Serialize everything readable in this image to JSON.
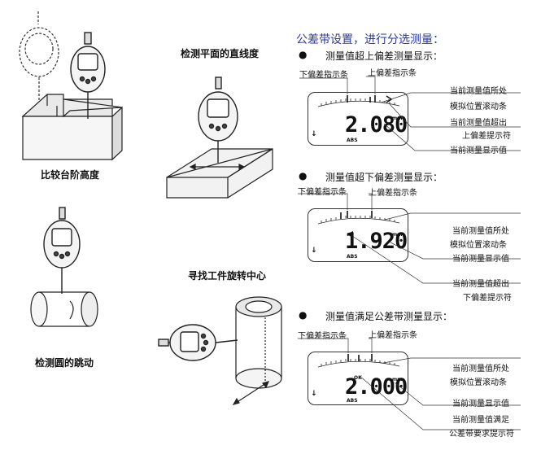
{
  "left": {
    "caption_step": "比较台阶高度",
    "caption_flat": "检测平面的直线度",
    "caption_center": "寻找工件旋转中心",
    "caption_runout": "检测圆的跳动"
  },
  "right": {
    "heading": "公差带设置，进行分选测量：",
    "sections": [
      {
        "bullet": "●",
        "title": "测量值超上偏差测量显示：",
        "lower_label": "下偏差指示条",
        "upper_label": "上偏差指示条",
        "display_value": "2.080",
        "unit": "mm",
        "abs": "ABS",
        "notes": [
          "当前测量值所处",
          "模拟位置滚动条",
          "当前测量值超出",
          "上偏差提示符",
          "当前测量显示值"
        ]
      },
      {
        "bullet": "●",
        "title": "测量值超下偏差测量显示：",
        "lower_label": "下偏差指示条",
        "upper_label": "上偏差指示条",
        "display_value": "1.920",
        "unit": "mm",
        "abs": "ABS",
        "notes": [
          "当前测量值所处",
          "模拟位置滚动条",
          "当前测量显示值",
          "当前测量值超出",
          "下偏差提示符"
        ]
      },
      {
        "bullet": "●",
        "title": "测量值满足公差带测量显示：",
        "lower_label": "下偏差指示条",
        "upper_label": "上偏差指示条",
        "display_value": "2.000",
        "unit": "mm",
        "abs": "ABS",
        "ok": "OK",
        "notes": [
          "当前测量值所处",
          "模拟位置滚动条",
          "当前测量显示值",
          "当前测量值满足",
          "公差带要求提示符"
        ]
      }
    ]
  }
}
